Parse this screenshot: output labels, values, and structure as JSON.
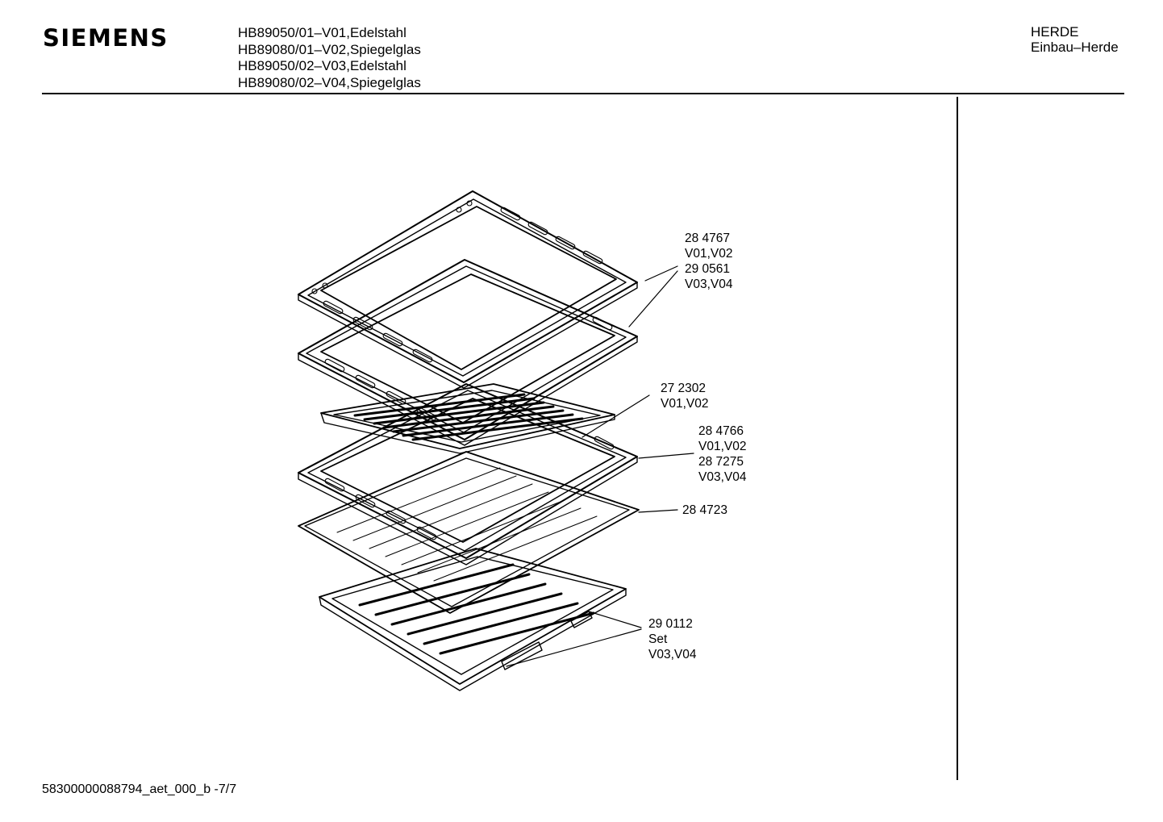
{
  "header": {
    "brand": "SIEMENS",
    "models": [
      "HB89050/01–V01,Edelstahl",
      "HB89080/01–V02,Spiegelglas",
      "HB89050/02–V03,Edelstahl",
      "HB89080/02–V04,Spiegelglas"
    ],
    "category": "HERDE",
    "subcategory": "Einbau–Herde"
  },
  "callouts": {
    "tray_top": [
      "28 4767",
      "V01,V02",
      "29 0561",
      "V03,V04"
    ],
    "grill_rack": [
      "27 2302",
      "V01,V02"
    ],
    "tray_mid": [
      "28 4766",
      "V01,V02",
      "28 7275",
      "V03,V04"
    ],
    "wire_shelf": [
      "28 4723"
    ],
    "rail_set": [
      "29 0112",
      "Set",
      "V03,V04"
    ]
  },
  "footer": {
    "doc_id": "58300000088794_aet_000_b  -7/7"
  }
}
